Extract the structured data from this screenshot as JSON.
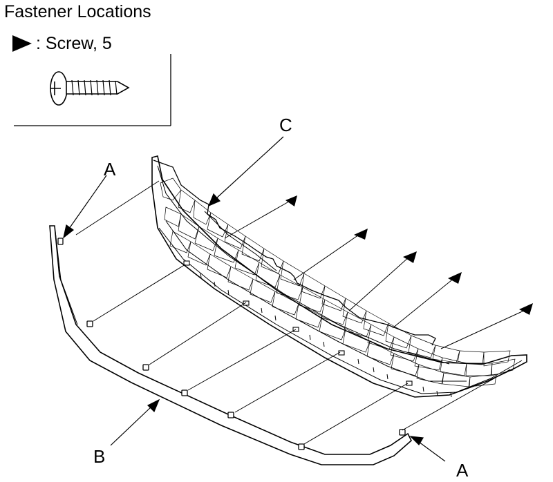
{
  "title": "Fastener Locations",
  "legend": {
    "marker_icon": "triangle-pointer-icon",
    "text": ": Screw, 5"
  },
  "callouts": {
    "a_upper": "A",
    "a_lower": "A",
    "b": "B",
    "c": "C"
  },
  "colors": {
    "line": "#000000",
    "background": "#ffffff"
  }
}
